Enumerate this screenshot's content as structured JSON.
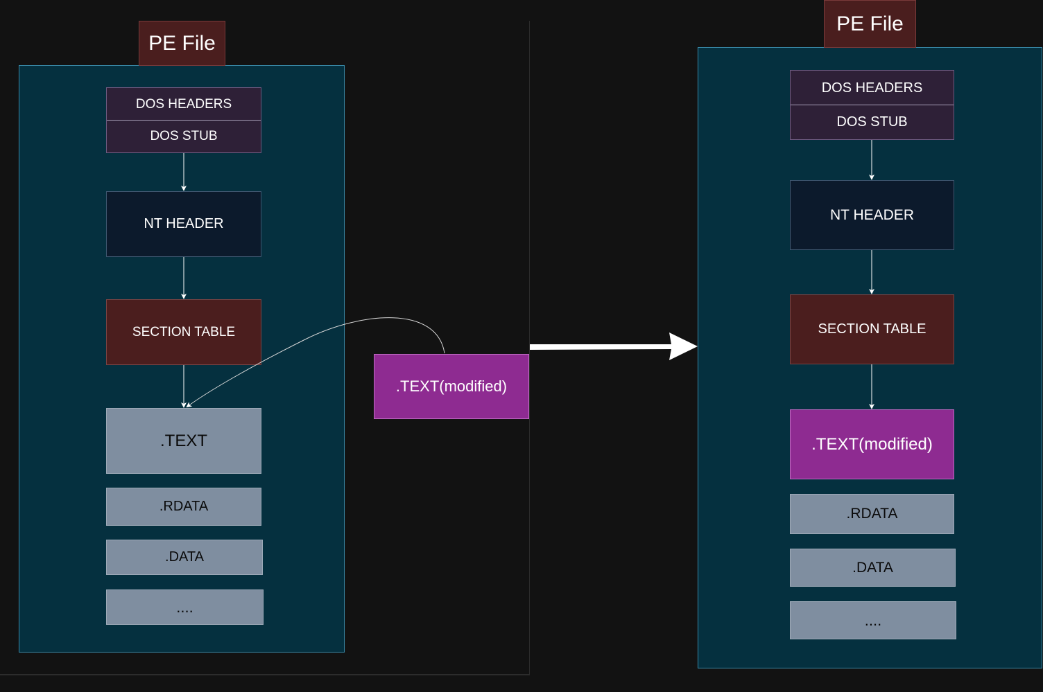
{
  "left": {
    "title": "PE File",
    "dos_headers": "DOS HEADERS",
    "dos_stub": "DOS STUB",
    "nt_header": "NT HEADER",
    "section_table": "SECTION TABLE",
    "text": ".TEXT",
    "rdata": ".RDATA",
    "data": ".DATA",
    "more": "...."
  },
  "middle": {
    "modified": ".TEXT(modified)"
  },
  "right": {
    "title": "PE File",
    "dos_headers": "DOS HEADERS",
    "dos_stub": "DOS STUB",
    "nt_header": "NT HEADER",
    "section_table": "SECTION TABLE",
    "text_modified": ".TEXT(modified)",
    "rdata": ".RDATA",
    "data": ".DATA",
    "more": "...."
  },
  "colors": {
    "background": "#121212",
    "container": "#05303f",
    "dos": "#2e2037",
    "nt_header": "#0c1a2c",
    "section_table": "#4b1e1e",
    "section": "#7f8ea0",
    "modified": "#8e2b91",
    "title": "#4a1e1e"
  }
}
